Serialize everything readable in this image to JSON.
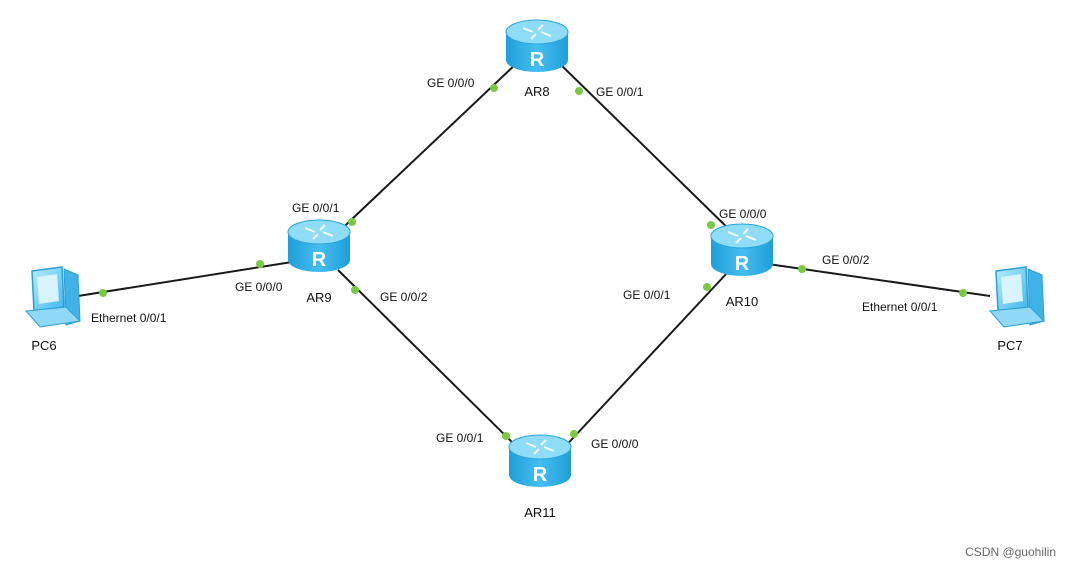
{
  "devices": {
    "ar8": {
      "name": "AR8",
      "type": "router"
    },
    "ar9": {
      "name": "AR9",
      "type": "router"
    },
    "ar10": {
      "name": "AR10",
      "type": "router"
    },
    "ar11": {
      "name": "AR11",
      "type": "router"
    },
    "pc6": {
      "name": "PC6",
      "type": "pc"
    },
    "pc7": {
      "name": "PC7",
      "type": "pc"
    }
  },
  "links": [
    {
      "id": "ar8-ar9",
      "a_port": "GE 0/0/0",
      "b_port": "GE 0/0/1"
    },
    {
      "id": "ar8-ar10",
      "a_port": "GE 0/0/1",
      "b_port": "GE 0/0/0"
    },
    {
      "id": "ar9-ar11",
      "a_port": "GE 0/0/2",
      "b_port": "GE 0/0/1"
    },
    {
      "id": "ar10-ar11",
      "a_port": "GE 0/0/1",
      "b_port": "GE 0/0/0"
    },
    {
      "id": "pc6-ar9",
      "a_port": "Ethernet 0/0/1",
      "b_port": "GE 0/0/0"
    },
    {
      "id": "ar10-pc7",
      "a_port": "GE 0/0/2",
      "b_port": "Ethernet 0/0/1"
    }
  ],
  "watermark": "CSDN @guohilin",
  "colors": {
    "link": "#1a1a1a",
    "port_dot": "#7ac943",
    "router_top": "#7fd4f2",
    "router_body": "#27a8e0",
    "pc_body": "#4fc3f7"
  },
  "icons": {
    "router": "router-icon",
    "pc": "pc-icon"
  }
}
